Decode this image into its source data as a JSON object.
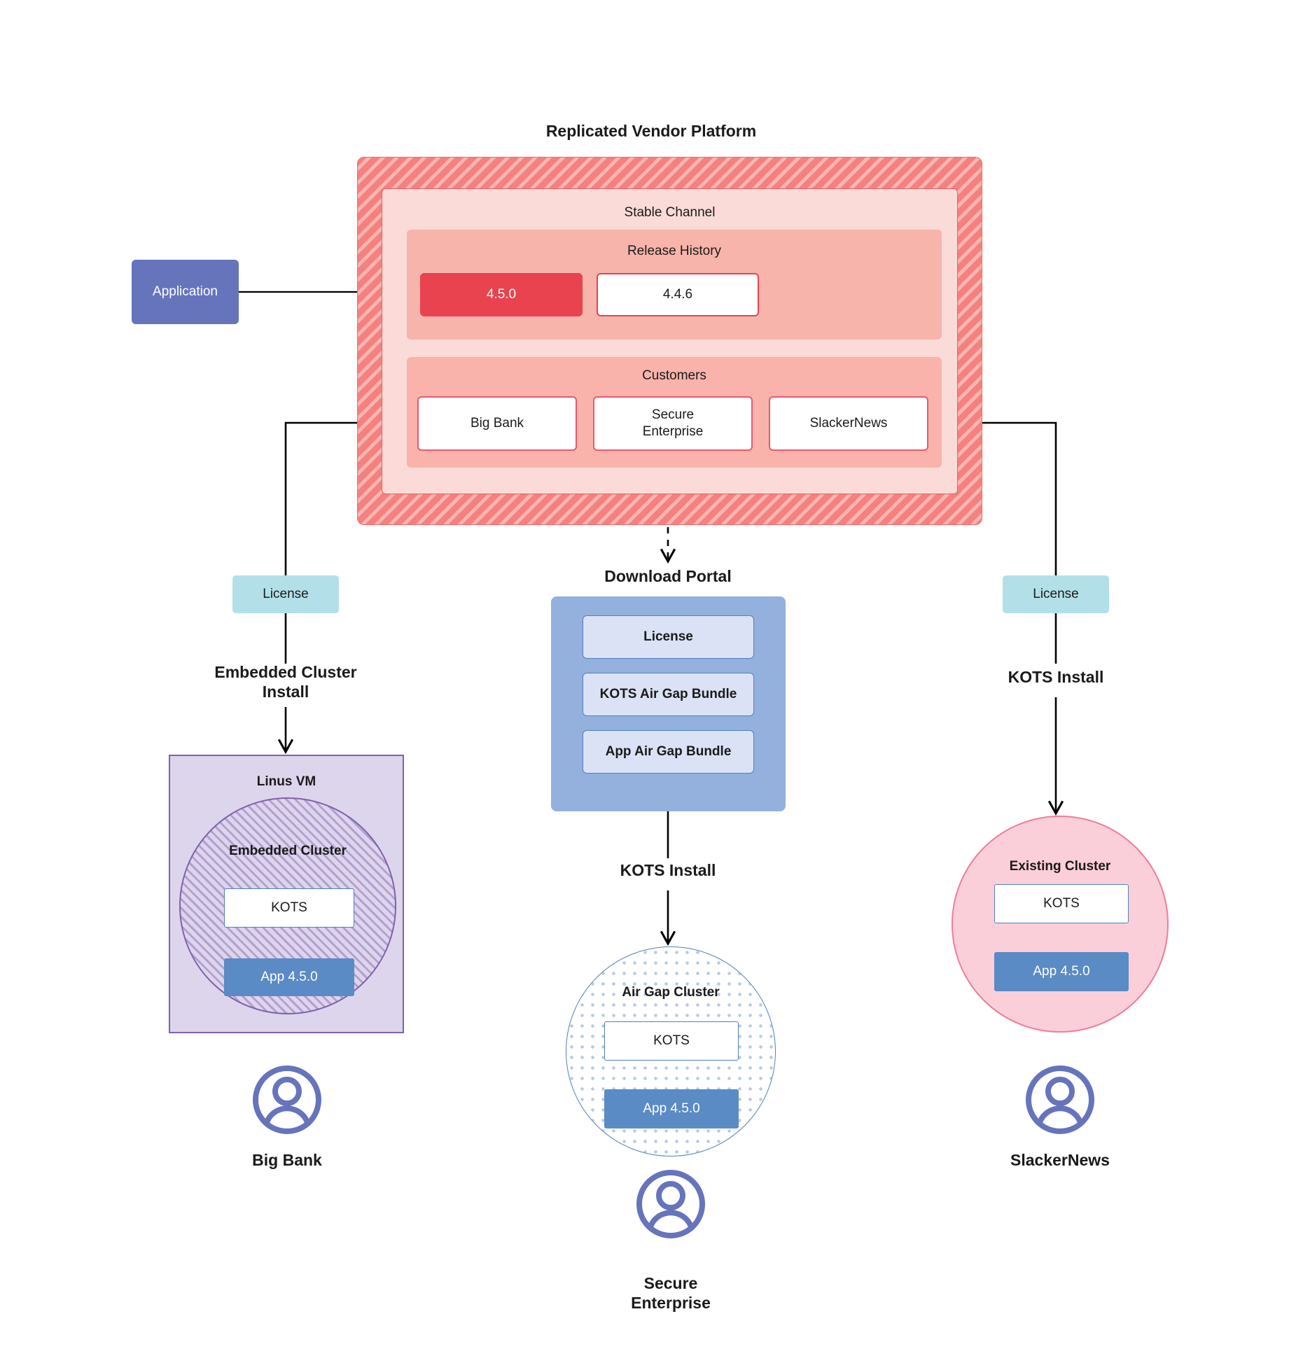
{
  "diagram": {
    "title": "Replicated Vendor Platform",
    "application": {
      "label": "Application"
    },
    "vendor_platform": {
      "channel": {
        "title": "Stable Channel"
      },
      "release_history": {
        "title": "Release History",
        "releases": [
          {
            "version": "4.5.0",
            "state": "current"
          },
          {
            "version": "4.4.6",
            "state": "past"
          }
        ]
      },
      "customers": {
        "title": "Customers",
        "items": [
          {
            "name": "Big Bank"
          },
          {
            "name": "Secure\nEnterprise"
          },
          {
            "name": "SlackerNews"
          }
        ]
      }
    },
    "branches": {
      "left": {
        "license_label": "License",
        "install_label": "Embedded Cluster\nInstall",
        "host": {
          "title": "Linus VM"
        },
        "cluster": {
          "title": "Embedded Cluster"
        },
        "kots_label": "KOTS",
        "app_label": "App 4.5.0",
        "customer_name": "Big Bank"
      },
      "middle": {
        "portal_title": "Download  Portal",
        "portal_items": [
          {
            "label": "License"
          },
          {
            "label": "KOTS Air Gap Bundle"
          },
          {
            "label": "App Air Gap Bundle"
          }
        ],
        "install_label": "KOTS Install",
        "cluster": {
          "title": "Air Gap Cluster"
        },
        "kots_label": "KOTS",
        "app_label": "App 4.5.0",
        "customer_name": "Secure\nEnterprise"
      },
      "right": {
        "license_label": "License",
        "install_label": "KOTS Install",
        "cluster": {
          "title": "Existing Cluster"
        },
        "kots_label": "KOTS",
        "app_label": "App 4.5.0",
        "customer_name": "SlackerNews"
      }
    },
    "icons": {
      "avatar": "user-avatar-icon"
    },
    "colors": {
      "platform_hatch": "#f4817e",
      "channel_bg": "#fadbd7",
      "release_group_bg": "#f7b4ab",
      "customers_group_bg": "#f9b3aa",
      "current_release": "#e8434f",
      "application": "#6674bc",
      "license_chip": "#b3e0e8",
      "download_portal": "#94b0dd",
      "portal_item": "#dbe2f5",
      "linux_vm": "#ddd5ec",
      "linux_vm_border": "#8161ab",
      "existing_cluster": "#fbcfd9",
      "existing_cluster_border": "#ef7d9a",
      "airgap_border": "#4f81bd",
      "app_box": "#5b8bc4",
      "avatar": "#6674bc"
    }
  }
}
